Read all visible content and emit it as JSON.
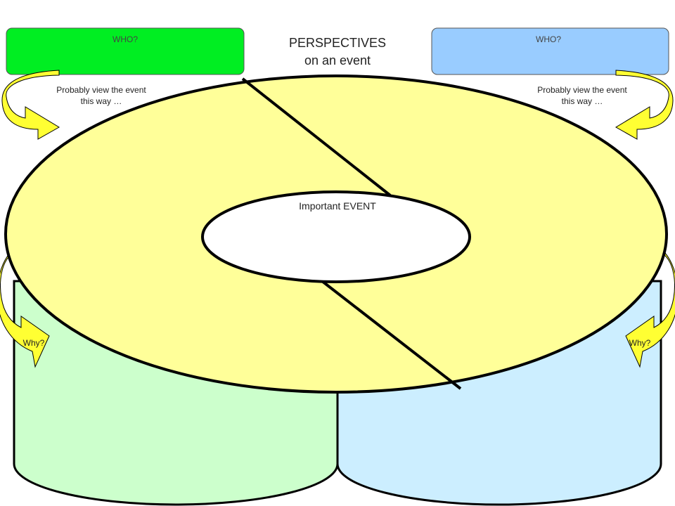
{
  "title": {
    "line1": "PERSPECTIVES",
    "line2": "on an event"
  },
  "left_person": {
    "header": "WHO?",
    "view_line1": "Probably view the event",
    "view_line2": "this way …",
    "why": "Why?"
  },
  "right_person": {
    "header": "WHO?",
    "view_line1": "Probably view the event",
    "view_line2": "this way …",
    "why": "Why?"
  },
  "center": {
    "label": "Important EVENT"
  },
  "colors": {
    "left_header": "#00ee22",
    "right_header": "#99ccff",
    "left_cylinder": "#ccffcc",
    "right_cylinder": "#cceeff",
    "ring": "#ffff99",
    "arrow_fill": "#ffff33",
    "arrow_fill_light": "#f5f500",
    "outline": "#000000"
  }
}
